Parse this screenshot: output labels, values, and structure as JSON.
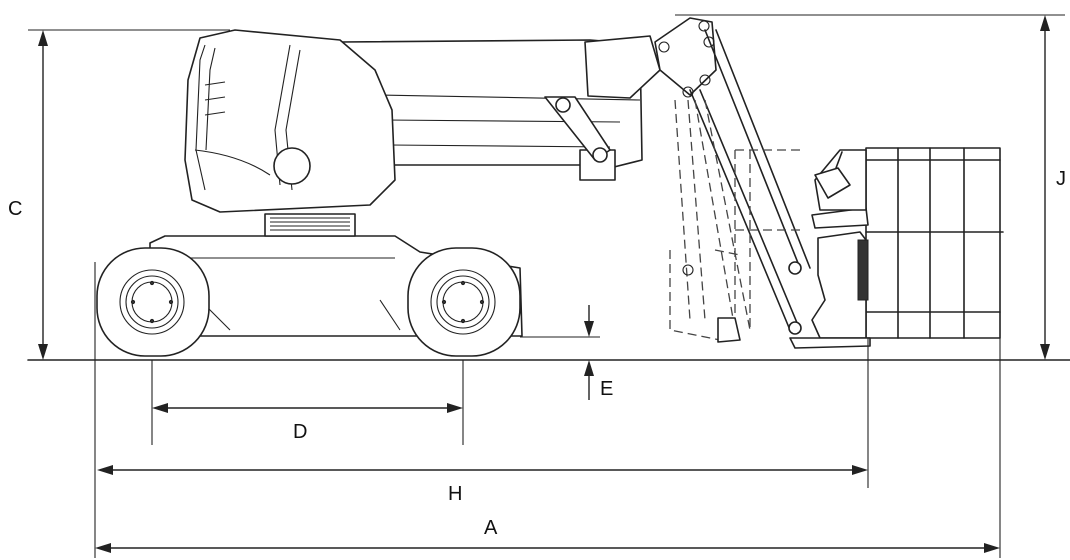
{
  "diagram": {
    "labels": {
      "A": "A",
      "C": "C",
      "D": "D",
      "E": "E",
      "H": "H",
      "J": "J"
    }
  }
}
